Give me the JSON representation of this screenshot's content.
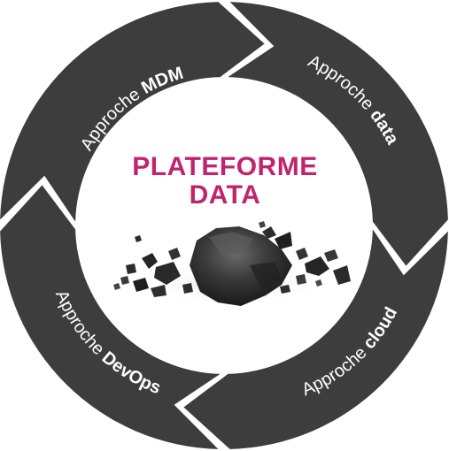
{
  "center": {
    "title_line1": "PLATEFORME",
    "title_line2": "DATA"
  },
  "segments": [
    {
      "prefix": "Approche ",
      "keyword": "MDM"
    },
    {
      "prefix": "Approche ",
      "keyword": "data"
    },
    {
      "prefix": "Approche ",
      "keyword": "cloud"
    },
    {
      "prefix": "Approche ",
      "keyword": "DevOps"
    }
  ],
  "colors": {
    "ring": "#3d3d3d",
    "title": "#c0246f",
    "label": "#ffffff"
  },
  "center_image": "coal-rock-illustration"
}
